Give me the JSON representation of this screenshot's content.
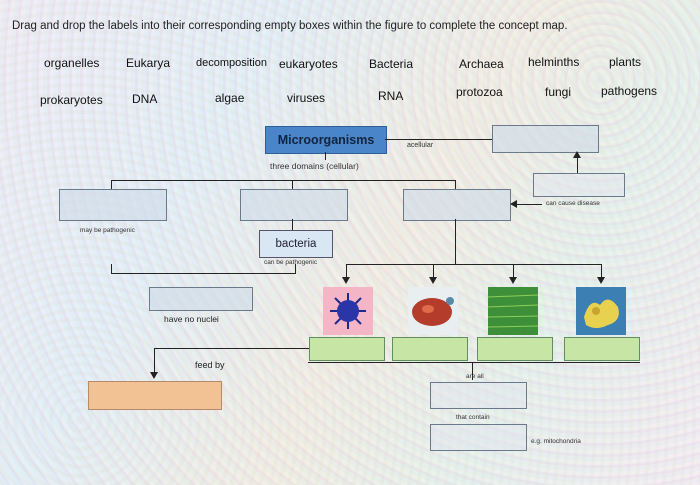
{
  "instruction": "Drag and drop the labels into their corresponding empty boxes within the figure to complete the concept map.",
  "label_bank": {
    "row1": [
      "organelles",
      "Eukarya",
      "decomposition",
      "eukaryotes",
      "Bacteria",
      "Archaea",
      "helminths",
      "plants"
    ],
    "row2": [
      "prokaryotes",
      "DNA",
      "algae",
      "viruses",
      "RNA",
      "protozoa",
      "fungi",
      "pathogens"
    ]
  },
  "concept_map": {
    "root": "Microorganisms",
    "acellular": "acellular",
    "three_domains": "three domains (cellular)",
    "can_cause_disease": "can cause disease",
    "may_be_pathogenic": "may be pathogenic",
    "bacteria": "bacteria",
    "can_be_pathogenic": "can be pathogenic",
    "have_no_nuclei": "have no nuclei",
    "feed_by": "feed by",
    "are_all": "are all",
    "that_contain": "that contain",
    "eg_mitochondria": "e.g. mitochondria"
  },
  "colors": {
    "root_box": "#4a84c9",
    "green_box": "#c7e6a6",
    "orange_box": "#f3c294"
  },
  "icons": [
    "virus-icon",
    "protozoa-icon",
    "algae-icon",
    "fungi-icon"
  ]
}
